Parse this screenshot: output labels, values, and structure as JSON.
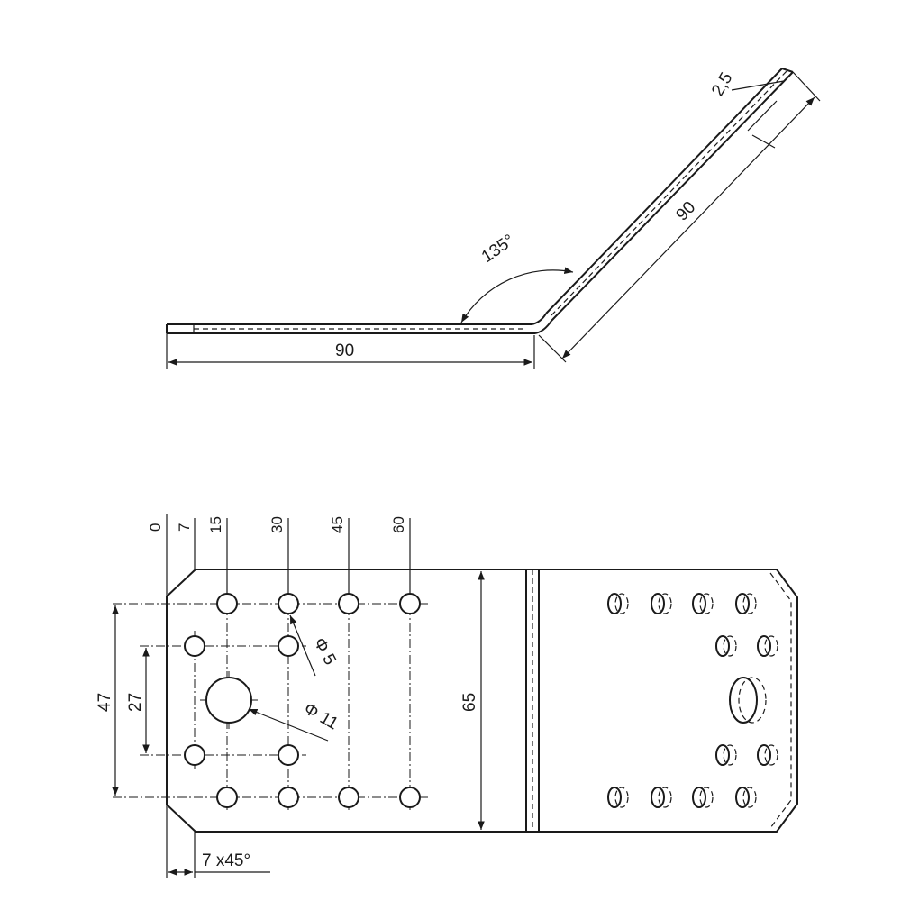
{
  "side_view": {
    "flange_length_left": "90",
    "flange_length_right": "90",
    "thickness": "2,5",
    "angle": "135°"
  },
  "plan_view": {
    "x_positions": [
      "0",
      "7",
      "15",
      "30",
      "45",
      "60"
    ],
    "small_hole_dia": "Φ 5",
    "large_hole_dia": "Φ 11",
    "hole_spacing_outer": "47",
    "hole_spacing_inner": "27",
    "width": "65",
    "chamfer": "7 x45°"
  }
}
